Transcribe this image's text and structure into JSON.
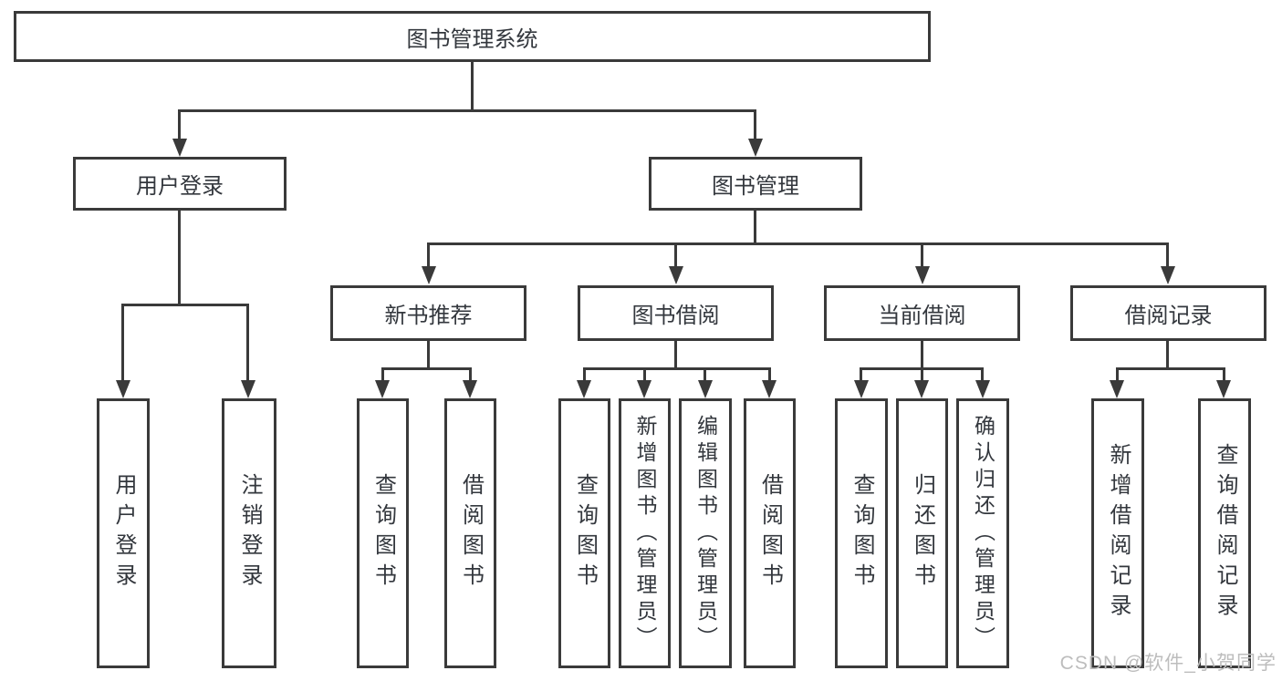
{
  "diagram": {
    "type": "hierarchy-tree",
    "root": {
      "label": "图书管理系统"
    },
    "level2": [
      {
        "id": "user-login",
        "label": "用户登录"
      },
      {
        "id": "book-management",
        "label": "图书管理"
      }
    ],
    "level3": [
      {
        "id": "new-book-recommend",
        "label": "新书推荐",
        "parent": "book-management"
      },
      {
        "id": "book-borrowing",
        "label": "图书借阅",
        "parent": "book-management"
      },
      {
        "id": "current-borrowing",
        "label": "当前借阅",
        "parent": "book-management"
      },
      {
        "id": "borrowing-records",
        "label": "借阅记录",
        "parent": "book-management"
      }
    ],
    "leaves": [
      {
        "id": "user-login-leaf",
        "label": "用户登录",
        "parent": "user-login"
      },
      {
        "id": "logout",
        "label": "注销登录",
        "parent": "user-login"
      },
      {
        "id": "query-books-1",
        "label": "查询图书",
        "parent": "new-book-recommend"
      },
      {
        "id": "borrow-books-1",
        "label": "借阅图书",
        "parent": "new-book-recommend"
      },
      {
        "id": "query-books-2",
        "label": "查询图书",
        "parent": "book-borrowing"
      },
      {
        "id": "add-books-admin",
        "label": "新增图书（管理员）",
        "parent": "book-borrowing"
      },
      {
        "id": "edit-books-admin",
        "label": "编辑图书（管理员）",
        "parent": "book-borrowing"
      },
      {
        "id": "borrow-books-2",
        "label": "借阅图书",
        "parent": "book-borrowing"
      },
      {
        "id": "query-books-3",
        "label": "查询图书",
        "parent": "current-borrowing"
      },
      {
        "id": "return-books",
        "label": "归还图书",
        "parent": "current-borrowing"
      },
      {
        "id": "confirm-return-admin",
        "label": "确认归还（管理员）",
        "parent": "current-borrowing"
      },
      {
        "id": "add-borrow-record",
        "label": "新增借阅记录",
        "parent": "borrowing-records"
      },
      {
        "id": "query-borrow-record",
        "label": "查询借阅记录",
        "parent": "borrowing-records"
      }
    ]
  },
  "watermark": {
    "text": "CSDN @软件_小贺同学"
  },
  "colors": {
    "line": "#3a3a3a",
    "text": "#33373d",
    "background": "#ffffff",
    "watermark": "#bdbdbd"
  }
}
